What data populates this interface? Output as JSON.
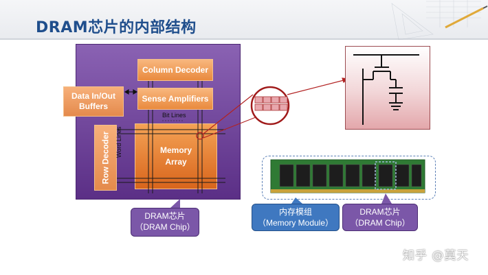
{
  "title": "DRAM芯片的内部结构",
  "chip_diagram": {
    "column_decoder": "Column Decoder",
    "sense_amplifiers": "Sense Amplifiers",
    "data_buffers_line1": "Data In/Out",
    "data_buffers_line2": "Buffers",
    "row_decoder": "Row Decoder",
    "bit_lines": "Bit Lines",
    "word_lines": "Word Lines",
    "memory_array_line1": "Memory",
    "memory_array_line2": "Array"
  },
  "labels": {
    "dram_chip_cn": "DRAM芯片",
    "dram_chip_en": "（DRAM Chip）",
    "memory_module_cn": "内存模组",
    "memory_module_en": "（Memory Module）",
    "dram_chip2_cn": "DRAM芯片",
    "dram_chip2_en": "（DRAM Chip）"
  },
  "watermark": "知乎 @莫天",
  "colors": {
    "title": "#1f4e8c",
    "chip_purple": "#6a3f97",
    "block_orange": "#e98a3e",
    "memory_array": "#d8651c",
    "module_blue": "#3f78c0",
    "tag_purple": "#7b57a8",
    "cell_pink": "#e3a7ab",
    "zoom_red": "#b22222",
    "pcb_green": "#2f7a34"
  }
}
